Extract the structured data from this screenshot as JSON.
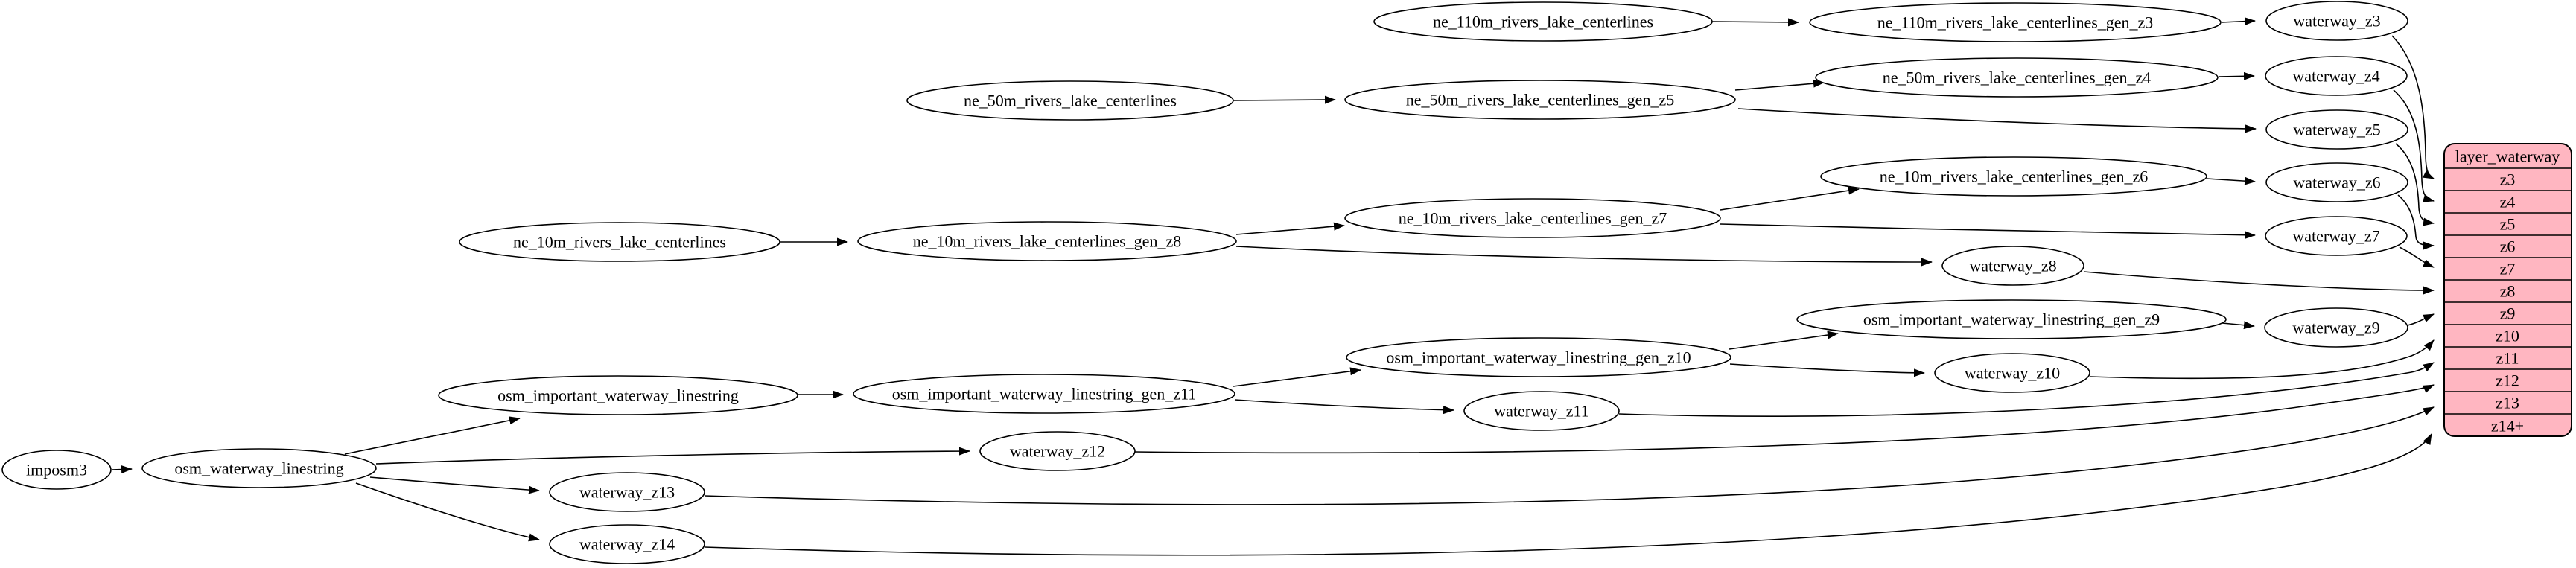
{
  "nodes": {
    "imposm3": "imposm3",
    "osm_waterway_linestring": "osm_waterway_linestring",
    "osm_important_waterway_linestring": "osm_important_waterway_linestring",
    "osm_important_waterway_linestring_gen_z11": "osm_important_waterway_linestring_gen_z11",
    "osm_important_waterway_linestring_gen_z10": "osm_important_waterway_linestring_gen_z10",
    "osm_important_waterway_linestring_gen_z9": "osm_important_waterway_linestring_gen_z9",
    "ne_110m_rivers_lake_centerlines": "ne_110m_rivers_lake_centerlines",
    "ne_110m_rivers_lake_centerlines_gen_z3": "ne_110m_rivers_lake_centerlines_gen_z3",
    "ne_50m_rivers_lake_centerlines": "ne_50m_rivers_lake_centerlines",
    "ne_50m_rivers_lake_centerlines_gen_z5": "ne_50m_rivers_lake_centerlines_gen_z5",
    "ne_50m_rivers_lake_centerlines_gen_z4": "ne_50m_rivers_lake_centerlines_gen_z4",
    "ne_10m_rivers_lake_centerlines": "ne_10m_rivers_lake_centerlines",
    "ne_10m_rivers_lake_centerlines_gen_z8": "ne_10m_rivers_lake_centerlines_gen_z8",
    "ne_10m_rivers_lake_centerlines_gen_z7": "ne_10m_rivers_lake_centerlines_gen_z7",
    "ne_10m_rivers_lake_centerlines_gen_z6": "ne_10m_rivers_lake_centerlines_gen_z6",
    "waterway_z3": "waterway_z3",
    "waterway_z4": "waterway_z4",
    "waterway_z5": "waterway_z5",
    "waterway_z6": "waterway_z6",
    "waterway_z7": "waterway_z7",
    "waterway_z8": "waterway_z8",
    "waterway_z9": "waterway_z9",
    "waterway_z10": "waterway_z10",
    "waterway_z11": "waterway_z11",
    "waterway_z12": "waterway_z12",
    "waterway_z13": "waterway_z13",
    "waterway_z14": "waterway_z14"
  },
  "record": {
    "title": "layer_waterway",
    "rows": [
      "z3",
      "z4",
      "z5",
      "z6",
      "z7",
      "z8",
      "z9",
      "z10",
      "z11",
      "z12",
      "z13",
      "z14+"
    ]
  },
  "edges": [
    [
      "imposm3",
      "osm_waterway_linestring"
    ],
    [
      "osm_waterway_linestring",
      "osm_important_waterway_linestring"
    ],
    [
      "osm_waterway_linestring",
      "waterway_z12"
    ],
    [
      "osm_waterway_linestring",
      "waterway_z13"
    ],
    [
      "osm_waterway_linestring",
      "waterway_z14"
    ],
    [
      "osm_important_waterway_linestring",
      "osm_important_waterway_linestring_gen_z11"
    ],
    [
      "osm_important_waterway_linestring_gen_z11",
      "osm_important_waterway_linestring_gen_z10"
    ],
    [
      "osm_important_waterway_linestring_gen_z11",
      "waterway_z11"
    ],
    [
      "osm_important_waterway_linestring_gen_z10",
      "osm_important_waterway_linestring_gen_z9"
    ],
    [
      "osm_important_waterway_linestring_gen_z10",
      "waterway_z10"
    ],
    [
      "osm_important_waterway_linestring_gen_z9",
      "waterway_z9"
    ],
    [
      "ne_110m_rivers_lake_centerlines",
      "ne_110m_rivers_lake_centerlines_gen_z3"
    ],
    [
      "ne_110m_rivers_lake_centerlines_gen_z3",
      "waterway_z3"
    ],
    [
      "ne_50m_rivers_lake_centerlines",
      "ne_50m_rivers_lake_centerlines_gen_z5"
    ],
    [
      "ne_50m_rivers_lake_centerlines_gen_z5",
      "ne_50m_rivers_lake_centerlines_gen_z4"
    ],
    [
      "ne_50m_rivers_lake_centerlines_gen_z5",
      "waterway_z5"
    ],
    [
      "ne_50m_rivers_lake_centerlines_gen_z4",
      "waterway_z4"
    ],
    [
      "ne_10m_rivers_lake_centerlines",
      "ne_10m_rivers_lake_centerlines_gen_z8"
    ],
    [
      "ne_10m_rivers_lake_centerlines_gen_z8",
      "ne_10m_rivers_lake_centerlines_gen_z7"
    ],
    [
      "ne_10m_rivers_lake_centerlines_gen_z8",
      "waterway_z8"
    ],
    [
      "ne_10m_rivers_lake_centerlines_gen_z7",
      "ne_10m_rivers_lake_centerlines_gen_z6"
    ],
    [
      "ne_10m_rivers_lake_centerlines_gen_z7",
      "waterway_z7"
    ],
    [
      "ne_10m_rivers_lake_centerlines_gen_z6",
      "waterway_z6"
    ],
    [
      "waterway_z3",
      "layer_waterway.z3"
    ],
    [
      "waterway_z4",
      "layer_waterway.z4"
    ],
    [
      "waterway_z5",
      "layer_waterway.z5"
    ],
    [
      "waterway_z6",
      "layer_waterway.z6"
    ],
    [
      "waterway_z7",
      "layer_waterway.z7"
    ],
    [
      "waterway_z8",
      "layer_waterway.z8"
    ],
    [
      "waterway_z9",
      "layer_waterway.z9"
    ],
    [
      "waterway_z10",
      "layer_waterway.z10"
    ],
    [
      "waterway_z11",
      "layer_waterway.z11"
    ],
    [
      "waterway_z12",
      "layer_waterway.z12"
    ],
    [
      "waterway_z13",
      "layer_waterway.z13"
    ],
    [
      "waterway_z14",
      "layer_waterway.z14+"
    ]
  ],
  "colors": {
    "record_fill": "#ffb6c1",
    "node_fill": "#ffffff",
    "stroke": "#000000"
  }
}
